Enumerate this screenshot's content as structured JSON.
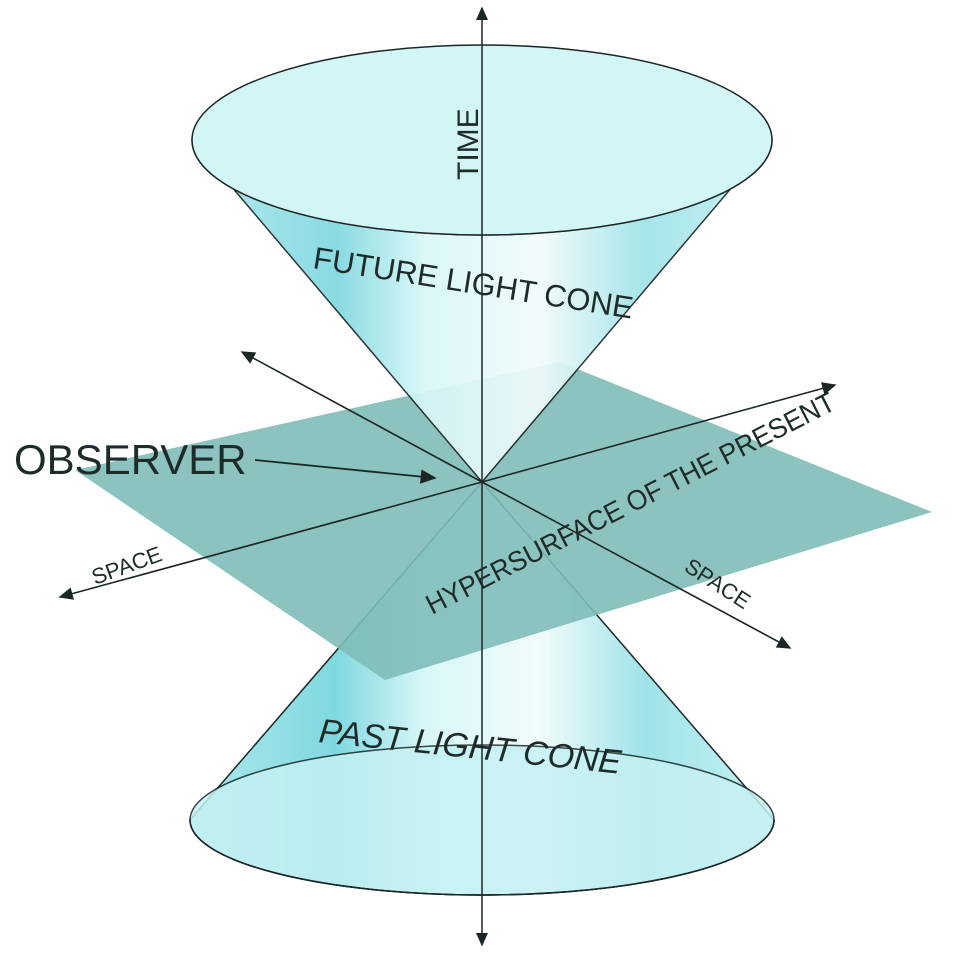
{
  "labels": {
    "time": "TIME",
    "future_cone": "FUTURE LIGHT CONE",
    "observer": "OBSERVER",
    "space_left": "SPACE",
    "space_right": "SPACE",
    "hypersurface": "HYPERSURFACE OF THE PRESENT",
    "past_cone": "PAST LIGHT CONE"
  },
  "colors": {
    "cone_fill": "#bff0f2",
    "cone_dark": "#7fd6dc",
    "plane": "#7fbcb8",
    "line": "#1c2626"
  }
}
